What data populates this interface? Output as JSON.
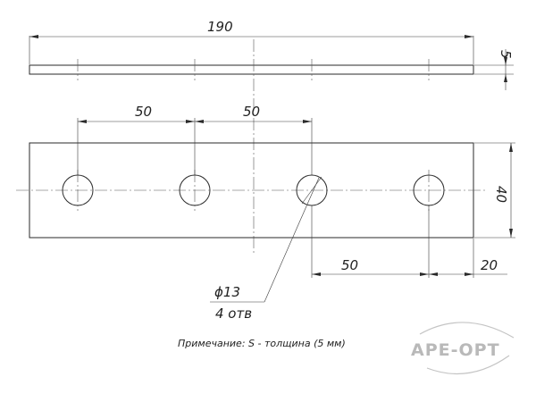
{
  "dimensions": {
    "overall_length": "190",
    "thickness": "5",
    "hole_spacing_1": "50",
    "hole_spacing_2": "50",
    "hole_spacing_3": "50",
    "edge_offset": "20",
    "width": "40"
  },
  "hole_callout": {
    "diameter": "ϕ13",
    "count": "4 отв"
  },
  "note": "Примечание: S - толщина (5 мм)",
  "logo": {
    "text": "APE-OPT",
    "color": "#b9b9b9"
  },
  "colors": {
    "line": "#2a2a2a",
    "background": "#ffffff"
  }
}
